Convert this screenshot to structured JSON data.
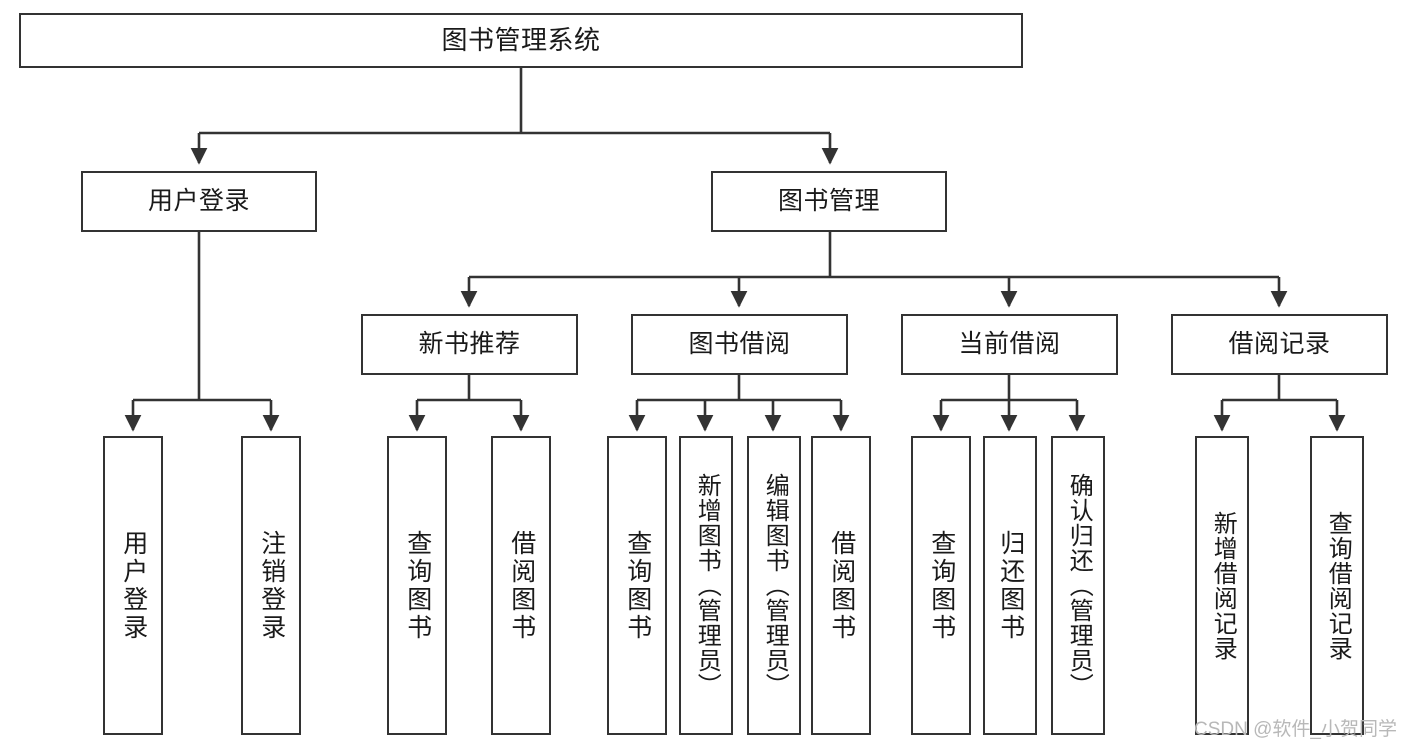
{
  "diagram": {
    "title": "图书管理系统",
    "type": "tree-hierarchy",
    "watermark": "CSDN @软件_小贺同学",
    "colors": {
      "stroke": "#333333",
      "fill": "#ffffff",
      "text": "#1a1a1a",
      "watermark": "#b8b8b8"
    },
    "levels": {
      "level1": {
        "label": "图书管理系统"
      },
      "level2": [
        {
          "label": "用户登录"
        },
        {
          "label": "图书管理"
        }
      ],
      "level3": [
        {
          "label": "新书推荐"
        },
        {
          "label": "图书借阅"
        },
        {
          "label": "当前借阅"
        },
        {
          "label": "借阅记录"
        }
      ],
      "level4": [
        {
          "label": "用户登录",
          "parent": "用户登录"
        },
        {
          "label": "注销登录",
          "parent": "用户登录"
        },
        {
          "label": "查询图书",
          "parent": "新书推荐"
        },
        {
          "label": "借阅图书",
          "parent": "新书推荐"
        },
        {
          "label": "查询图书",
          "parent": "图书借阅"
        },
        {
          "label": "新增图书（管理员）",
          "parent": "图书借阅"
        },
        {
          "label": "编辑图书（管理员）",
          "parent": "图书借阅"
        },
        {
          "label": "借阅图书",
          "parent": "图书借阅"
        },
        {
          "label": "查询图书",
          "parent": "当前借阅"
        },
        {
          "label": "归还图书",
          "parent": "当前借阅"
        },
        {
          "label": "确认归还（管理员）",
          "parent": "当前借阅"
        },
        {
          "label": "新增借阅记录",
          "parent": "借阅记录"
        },
        {
          "label": "查询借阅记录",
          "parent": "借阅记录"
        }
      ]
    }
  }
}
